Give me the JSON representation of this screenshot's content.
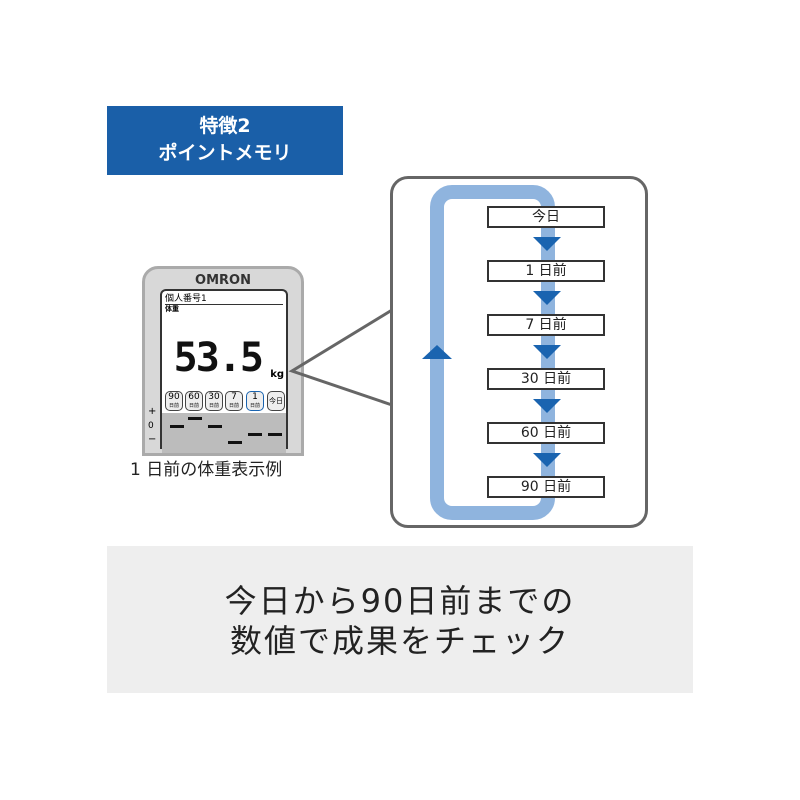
{
  "badge": {
    "line1": "特徴2",
    "line2": "ポイントメモリ"
  },
  "device": {
    "brand": "OMRON",
    "user": "個人番号1",
    "metric": "体重",
    "value": "53.5",
    "unit": "kg",
    "buttons": [
      {
        "num": "90",
        "sub": "日前"
      },
      {
        "num": "60",
        "sub": "日前"
      },
      {
        "num": "30",
        "sub": "日前"
      },
      {
        "num": "7",
        "sub": "日前"
      },
      {
        "num": "1",
        "sub": "日前"
      },
      {
        "num": "今日",
        "sub": ""
      }
    ],
    "axis": {
      "plus": "+",
      "zero": "0",
      "minus": "−"
    }
  },
  "caption": "1 日前の体重表示例",
  "steps": [
    "今日",
    "1 日前",
    "7 日前",
    "30 日前",
    "60 日前",
    "90 日前"
  ],
  "bottom": {
    "line1": "今日から90日前までの",
    "line2": "数値で成果をチェック"
  },
  "colors": {
    "brand_blue": "#1a5fa8",
    "loop": "#8fb4de"
  }
}
